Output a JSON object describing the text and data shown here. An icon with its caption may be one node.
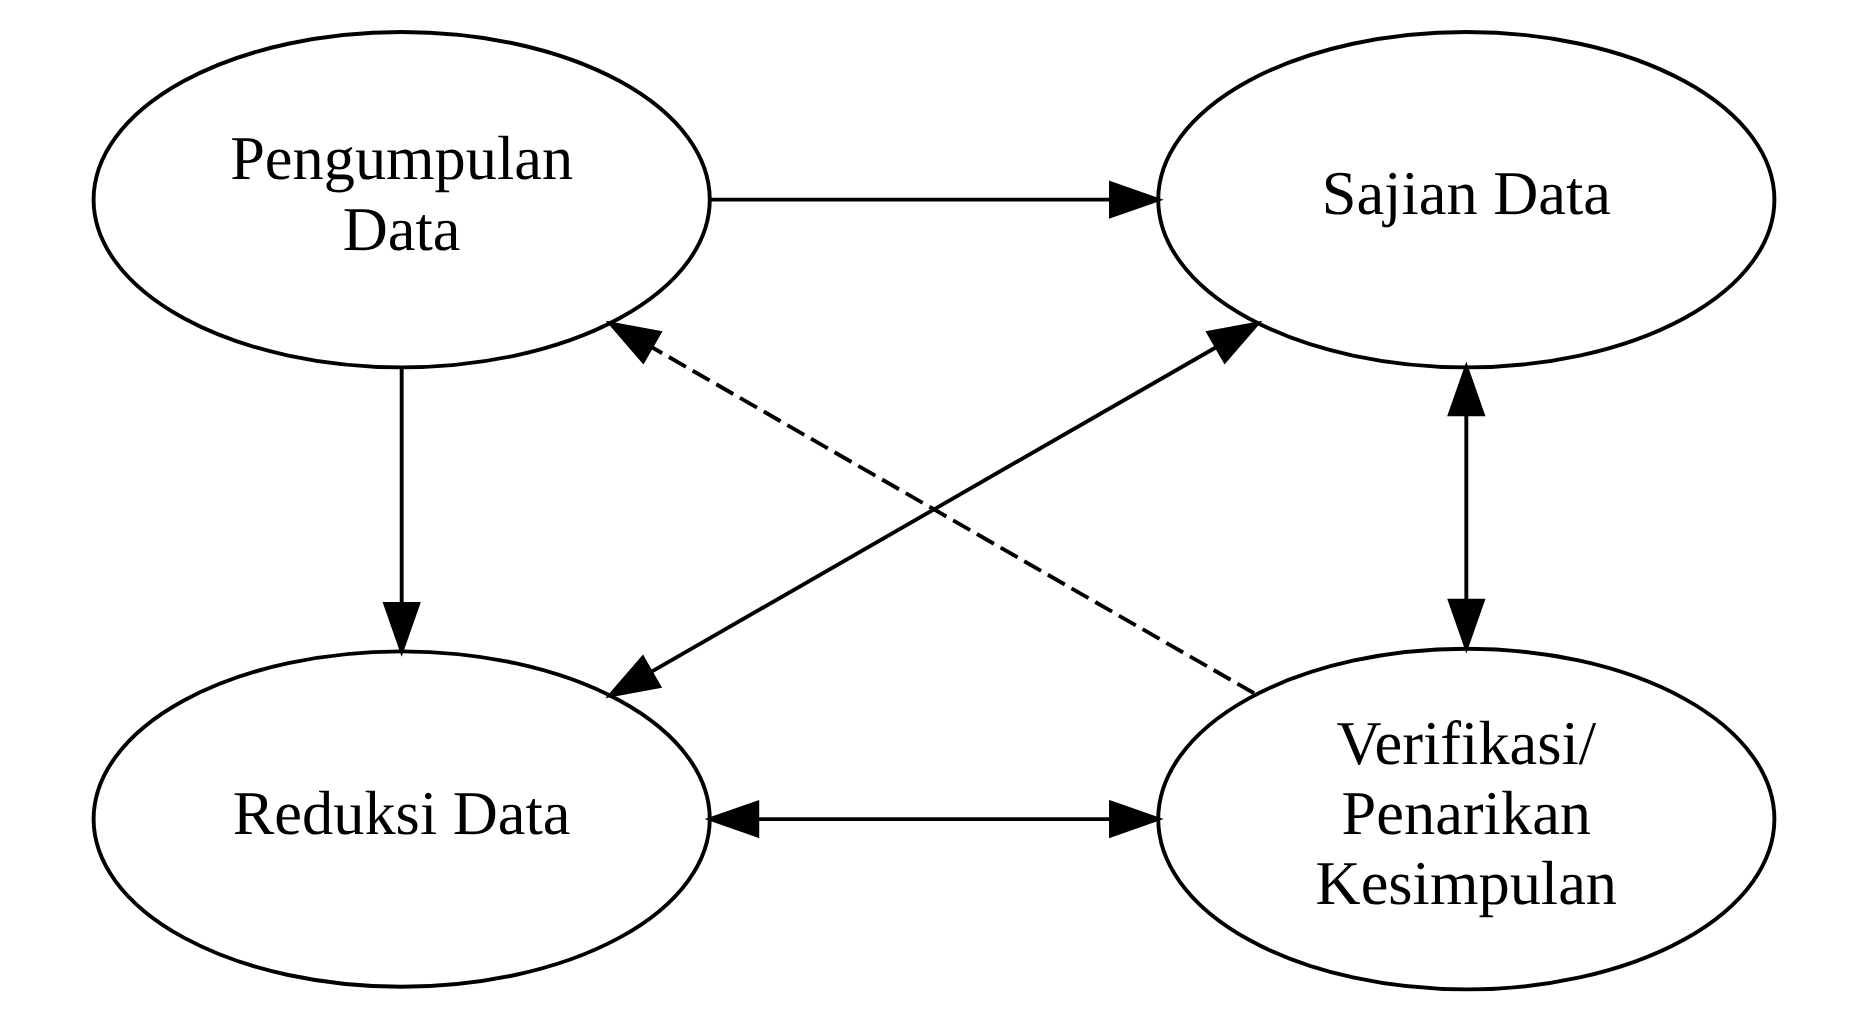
{
  "diagram": {
    "nodes": [
      {
        "text": [
          "Pengumpulan Data"
        ]
      },
      {
        "text": [
          "Sajian Data"
        ]
      },
      {
        "text": [
          "Reduksi Data"
        ]
      },
      {
        "text": [
          "Verifikasi/ Penarikan Kesimpulan"
        ]
      }
    ],
    "edges": [
      {
        "from": 0,
        "to": 1,
        "arrow": "to"
      },
      {
        "from": 0,
        "to": 2,
        "arrow": "to"
      },
      {
        "from": 1,
        "to": 2,
        "arrow": "both"
      },
      {
        "from": 1,
        "to": 3,
        "arrow": "both"
      },
      {
        "from": 2,
        "to": 3,
        "arrow": "both"
      },
      {
        "from": 3,
        "to": 0,
        "arrow": "to",
        "style": "dashed"
      }
    ]
  }
}
